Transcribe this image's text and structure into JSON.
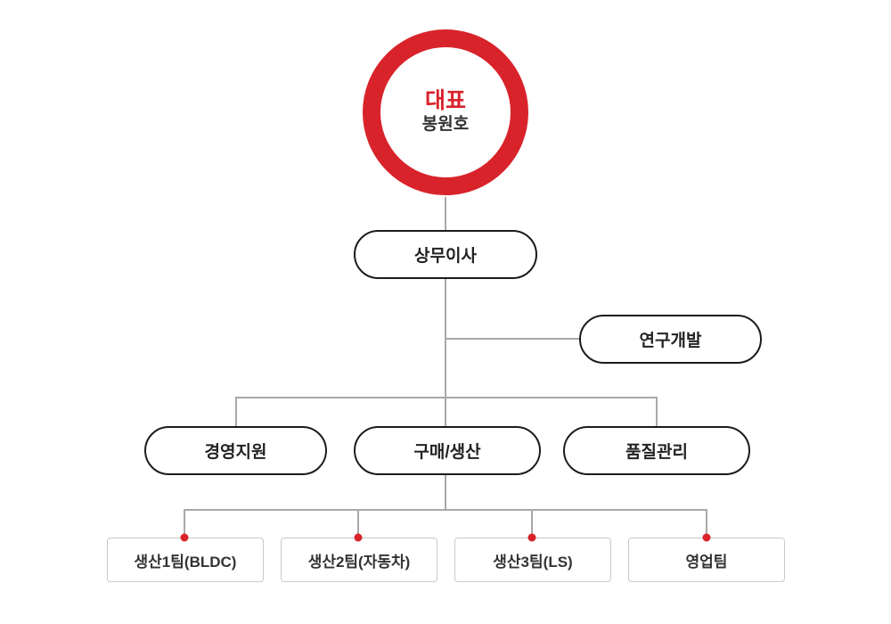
{
  "org_chart": {
    "ceo": {
      "title": "대표",
      "name": "봉원호"
    },
    "director": {
      "label": "상무이사"
    },
    "rnd": {
      "label": "연구개발"
    },
    "departments": [
      {
        "label": "경영지원"
      },
      {
        "label": "구매/생산"
      },
      {
        "label": "품질관리"
      }
    ],
    "teams": [
      {
        "label": "생산1팀(BLDC)"
      },
      {
        "label": "생산2팀(자동차)"
      },
      {
        "label": "생산3팀(LS)"
      },
      {
        "label": "영업팀"
      }
    ],
    "colors": {
      "accent_red": "#d8232a",
      "line_gray": "#a8a8a8",
      "pill_border": "#1b1b1b",
      "team_border": "#c9c9c9",
      "text": "#333333"
    }
  }
}
